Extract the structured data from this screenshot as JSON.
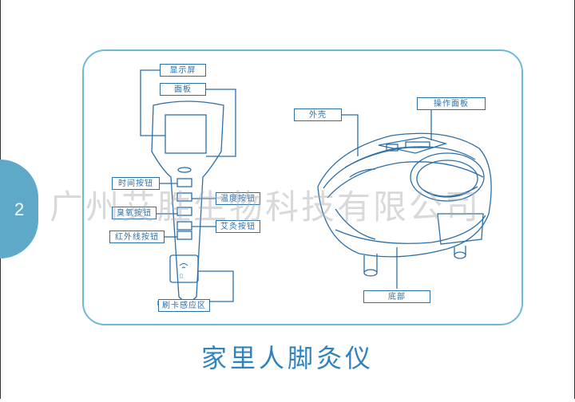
{
  "page_number": "2",
  "watermark": "广州艾胜生物科技有限公司",
  "caption": "家里人脚灸仪",
  "labels": {
    "display_screen": "显示屏",
    "panel": "面板",
    "time_button": "时间按钮",
    "ozone_button": "臭氧按钮",
    "infrared_button": "红外线按钮",
    "temperature_button": "温度按钮",
    "moxa_button": "艾灸按钮",
    "card_swipe_area": "刷卡感应区",
    "shell": "外壳",
    "control_panel": "操作面板",
    "base": "底部"
  },
  "colors": {
    "accent": "#2f84c0",
    "line": "#2b6fa8",
    "frame": "#6fb8d8",
    "tab": "#5fa9c8"
  }
}
